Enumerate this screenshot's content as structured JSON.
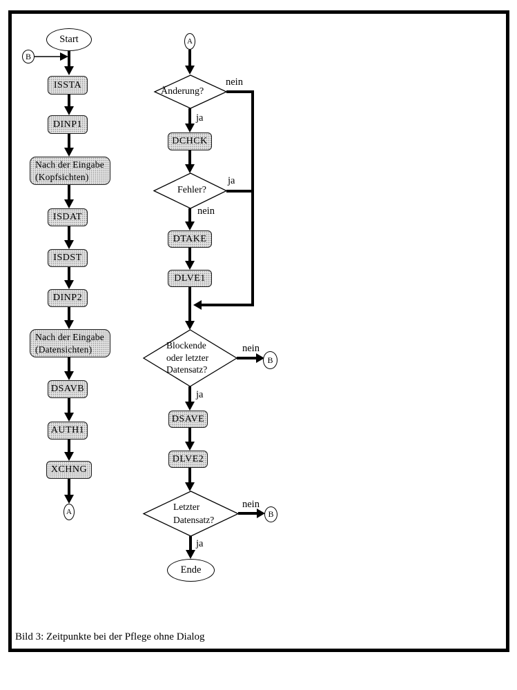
{
  "diagram": {
    "caption": "Bild 3: Zeitpunkte bei der Pflege ohne Dialog",
    "terminals": {
      "start": "Start",
      "ende": "Ende"
    },
    "connectors": {
      "a": "A",
      "b": "B"
    },
    "left_flow": {
      "issta": "ISSTA",
      "dinp1": "DINP1",
      "kopfsichten": "Nach der Eingabe\n(Kopfsichten)",
      "isdat": "ISDAT",
      "isdst": "ISDST",
      "dinp2": "DINP2",
      "datensichten": "Nach der Eingabe\n(Datensichten)",
      "dsavb": "DSAVB",
      "auth1": "AUTH1",
      "xchng": "XCHNG"
    },
    "right_flow": {
      "aenderung": "Änderung?",
      "dchck": "DCHCK",
      "fehler": "Fehler?",
      "dtake": "DTAKE",
      "dlve1": "DLVE1",
      "blockende": "Blockende\noder letzter\nDatensatz?",
      "dsave": "DSAVE",
      "dlve2": "DLVE2",
      "letzter": "Letzter\nDatensatz?"
    },
    "branch_labels": {
      "ja": "ja",
      "nein": "nein"
    },
    "colors": {
      "line": "#000000",
      "box_fill": "#e2e2e2",
      "box_dot": "#8f8f8f",
      "background": "#ffffff"
    }
  }
}
